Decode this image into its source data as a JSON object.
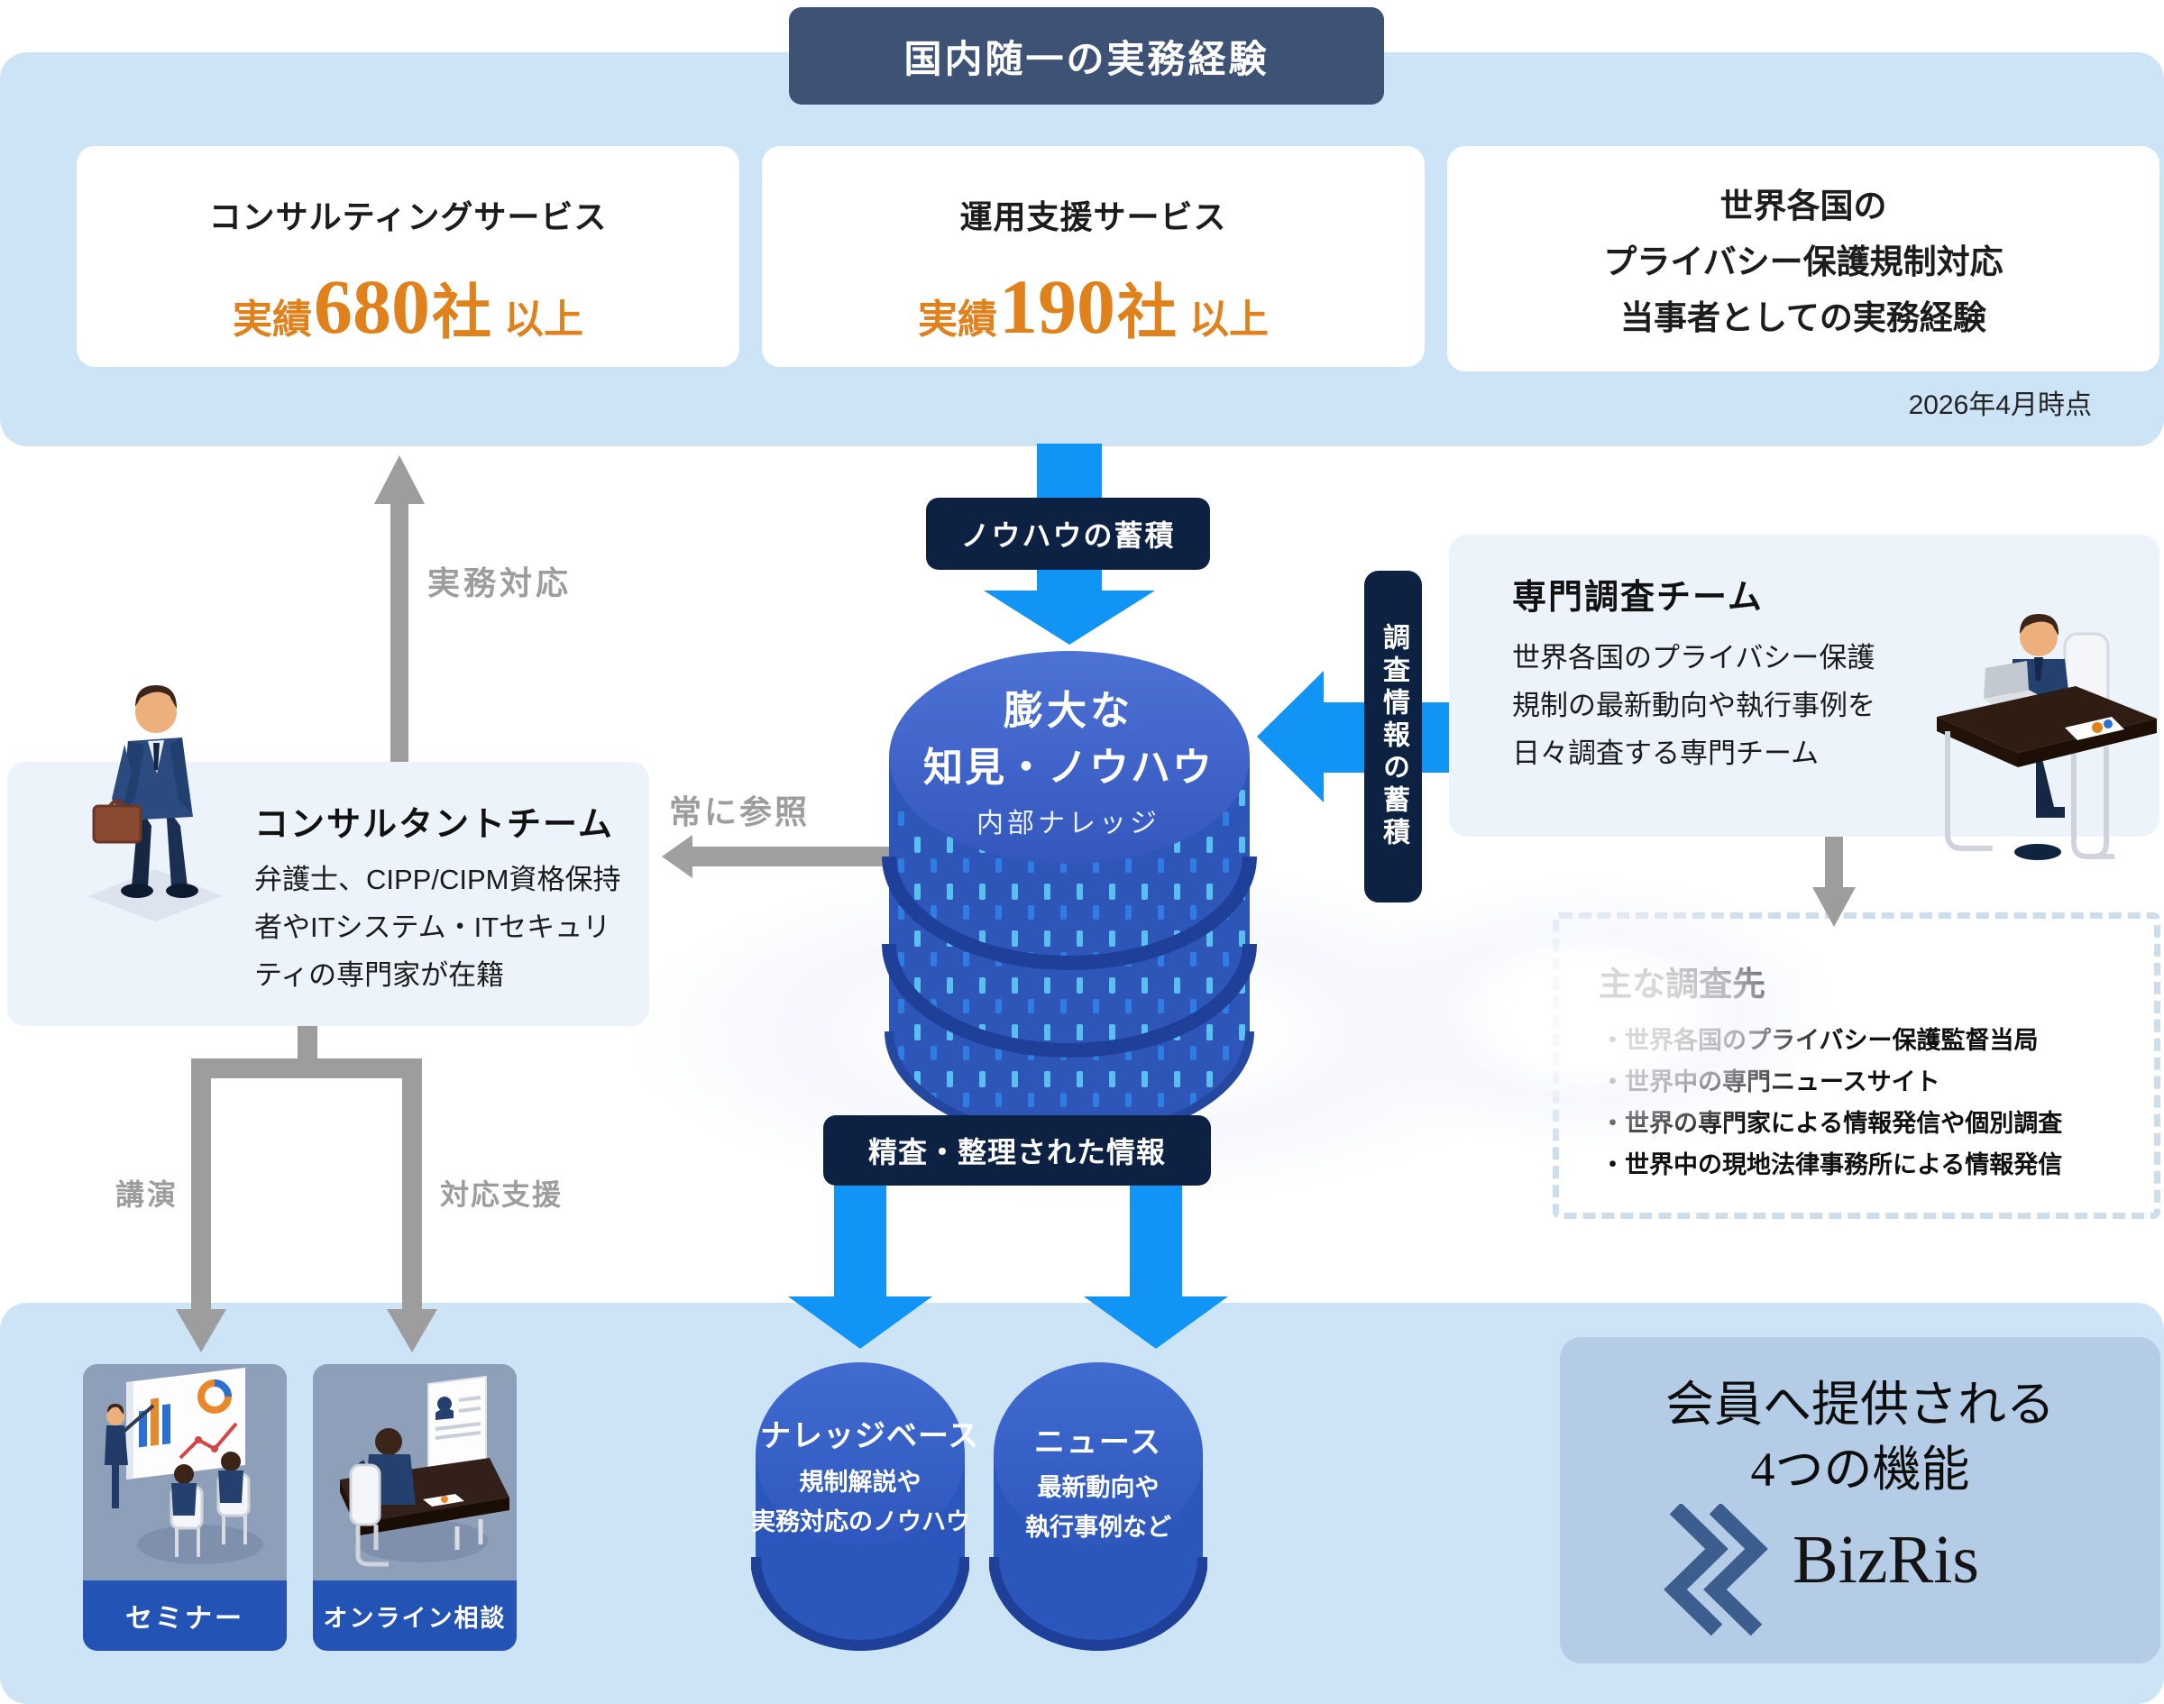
{
  "top": {
    "banner": "国内随一の実務経験",
    "as_of": "2026年4月時点",
    "cards": [
      {
        "title": "コンサルティングサービス",
        "prefix": "実績",
        "number": "680",
        "unit": "社",
        "suffix": "以上"
      },
      {
        "title": "運用支援サービス",
        "prefix": "実績",
        "number": "190",
        "unit": "社",
        "suffix": "以上"
      },
      {
        "lines": [
          "世界各国の",
          "プライバシー保護規制対応",
          "当事者としての実務経験"
        ]
      }
    ]
  },
  "flow": {
    "knowhow_accum": "ノウハウの蓄積",
    "research_accum": "調査情報の蓄積",
    "refined_info": "精査・整理された情報",
    "practical": "実務対応",
    "always_ref": "常に参照",
    "lecture": "講演",
    "support": "対応支援"
  },
  "knowledge_db": {
    "line1": "膨大な",
    "line2": "知見・ノウハウ",
    "sub": "内部ナレッジ"
  },
  "consultant_team": {
    "title": "コンサルタントチーム",
    "lines": [
      "弁護士、CIPP/CIPM資格保持",
      "者やITシステム・ITセキュリ",
      "ティの専門家が在籍"
    ]
  },
  "research_team": {
    "title": "専門調査チーム",
    "lines": [
      "世界各国のプライバシー保護",
      "規制の最新動向や執行事例を",
      "日々調査する専門チーム"
    ]
  },
  "sources": {
    "title": "主な調査先",
    "items": [
      "・世界各国のプライバシー保護監督当局",
      "・世界中の専門ニュースサイト",
      "・世界の専門家による情報発信や個別調査",
      "・世界中の現地法律事務所による情報発信"
    ]
  },
  "outputs": {
    "kb": {
      "title": "ナレッジベース",
      "lines": [
        "規制解説や",
        "実務対応のノウハウ"
      ]
    },
    "news": {
      "title": "ニュース",
      "lines": [
        "最新動向や",
        "執行事例など"
      ]
    },
    "seminar": "セミナー",
    "online": "オンライン相談"
  },
  "membership": {
    "line1": "会員へ提供される",
    "line2": "4つの機能",
    "brand": "BizRis"
  },
  "colors": {
    "band": "#cde4f6",
    "accent_orange": "#e0811c",
    "navy_pill": "#0d2143",
    "banner_bg": "#3d5274",
    "arrow_blue": "#1094f6",
    "gray_arrow": "#9d9d9d",
    "card_light": "#ecf3fa",
    "cylinder_blue": "#2e55b8",
    "footer_blue": "#2353b4",
    "panel_blue": "#b5cce6",
    "logo_navy": "#3b5e8e"
  }
}
